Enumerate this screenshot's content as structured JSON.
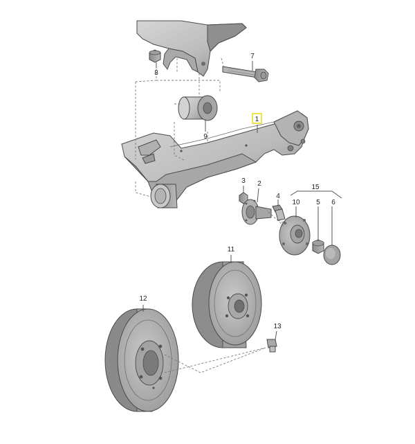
{
  "parts": [
    {
      "id": "callout-1",
      "label": "1",
      "highlight": true
    },
    {
      "id": "callout-2",
      "label": "2"
    },
    {
      "id": "callout-3",
      "label": "3"
    },
    {
      "id": "callout-4",
      "label": "4"
    },
    {
      "id": "callout-5",
      "label": "5"
    },
    {
      "id": "callout-6",
      "label": "6"
    },
    {
      "id": "callout-7",
      "label": "7"
    },
    {
      "id": "callout-8",
      "label": "8"
    },
    {
      "id": "callout-9",
      "label": "9"
    },
    {
      "id": "callout-10",
      "label": "10"
    },
    {
      "id": "callout-11",
      "label": "11"
    },
    {
      "id": "callout-12",
      "label": "12"
    },
    {
      "id": "callout-13",
      "label": "13"
    },
    {
      "id": "callout-15",
      "label": "15"
    }
  ],
  "colors": {
    "part_fill": "#bdbdbd",
    "part_shade": "#9a9a9a",
    "part_dark": "#7d7d7d",
    "highlight_box": "#e8d800",
    "line": "#555555"
  }
}
